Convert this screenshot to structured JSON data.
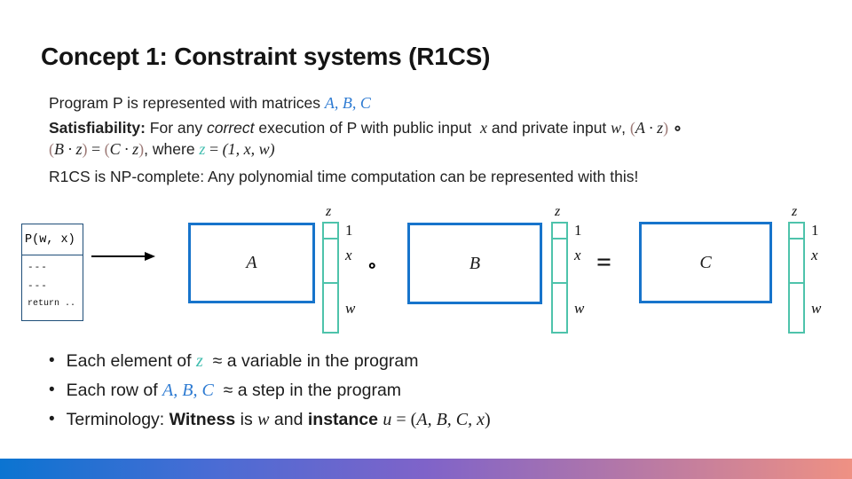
{
  "title": "Concept 1: Constraint systems (R1CS)",
  "intro": {
    "text": "Program P is represented with matrices ",
    "matrices": "A, B, C"
  },
  "satisfiability": {
    "label": "Satisfiability:",
    "t1": " For any ",
    "correct": "correct",
    "t2": " execution of P with public input  ",
    "x": "x",
    "t3": " and private input ",
    "w": "w",
    "t4": ", ",
    "lparen": "(",
    "az": "A · z",
    "rparen": ")",
    "ring": " ∘",
    "line2": {
      "lparen1": "(",
      "bz": "B · z",
      "rparen1": ")",
      "eq": " = ",
      "lparen2": "(",
      "cz": "C · z",
      "rparen2": ")",
      "t5": ", where ",
      "z": "z",
      "t6": " = ",
      "tuple": "(1, x, w)"
    }
  },
  "np_line": "R1CS is NP-complete: Any polynomial time computation can be represented with this!",
  "diagram": {
    "program_box": {
      "title": "P(w, x)",
      "body_lines": [
        "---",
        "---",
        "return .."
      ]
    },
    "matrix_a": "A",
    "matrix_b": "B",
    "matrix_c": "C",
    "hadamard": "∘",
    "equals": "=",
    "vector": {
      "top": "z",
      "seg1": "1",
      "seg2": "x",
      "seg3": "w"
    }
  },
  "bullets": {
    "b1": {
      "t1": "Each element of ",
      "z": "z",
      "t2": "  ≈ a variable in the program"
    },
    "b2": {
      "t1": "Each row of ",
      "abc": "A, B, C",
      "t2": "  ≈ a step in the program"
    },
    "b3": {
      "t1": "Terminology: ",
      "witness": "Witness",
      "t2": " is ",
      "w": "w",
      "t3": " and ",
      "instance": "instance",
      "t4": " ",
      "u": "u",
      "t5": " = (",
      "abcx": "A, B, C, x",
      "t6": ")"
    }
  },
  "colors": {
    "matrix_border_blue": "#1774cb",
    "vector_border_teal": "#4ec3ab",
    "math_blue": "#2e7bd2",
    "math_teal": "#3fbcae",
    "paren_brown": "#9e7b78",
    "program_box_navy": "#1f4e79",
    "footer_gradient_left": "#0b74d1",
    "footer_gradient_mid": "#7f63c9",
    "footer_gradient_right": "#ef9183"
  }
}
